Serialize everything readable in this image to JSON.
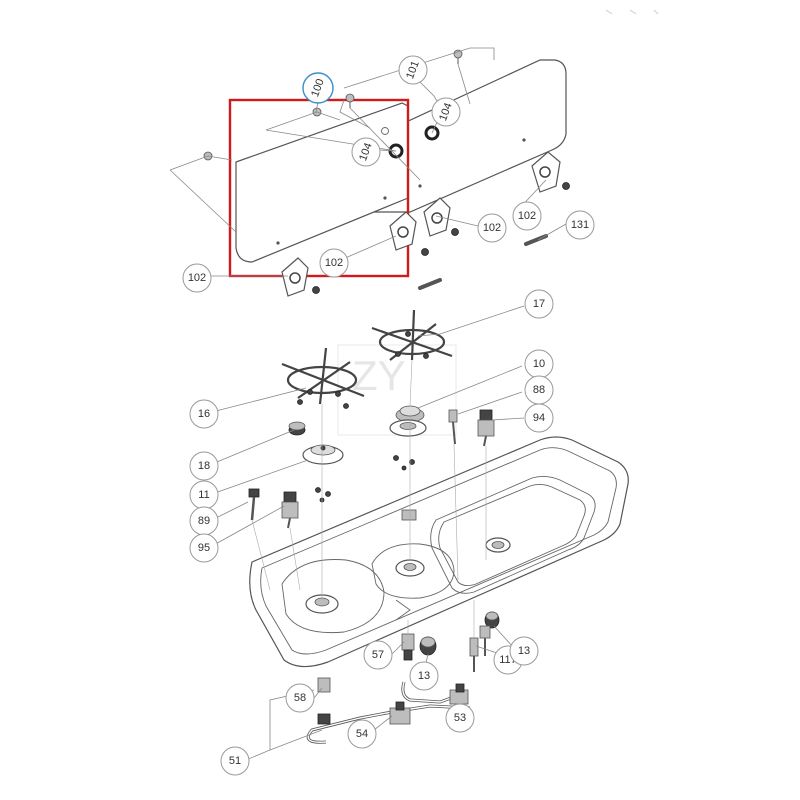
{
  "diagram": {
    "highlight_color": "#d11a1a",
    "selected_color": "#3a8fc9",
    "selected_label": "100",
    "watermark": "ZY",
    "labels": {
      "l101": "101",
      "l104a": "104",
      "l104b": "104",
      "l102a": "102",
      "l102b": "102",
      "l102c": "102",
      "l102d": "102",
      "l131": "131",
      "l17": "17",
      "l10": "10",
      "l16": "16",
      "l88": "88",
      "l94": "94",
      "l18": "18",
      "l11": "11",
      "l89": "89",
      "l95": "95",
      "l57": "57",
      "l13a": "13",
      "l117": "117",
      "l13b": "13",
      "l58": "58",
      "l53": "53",
      "l54": "54",
      "l51": "51"
    }
  }
}
